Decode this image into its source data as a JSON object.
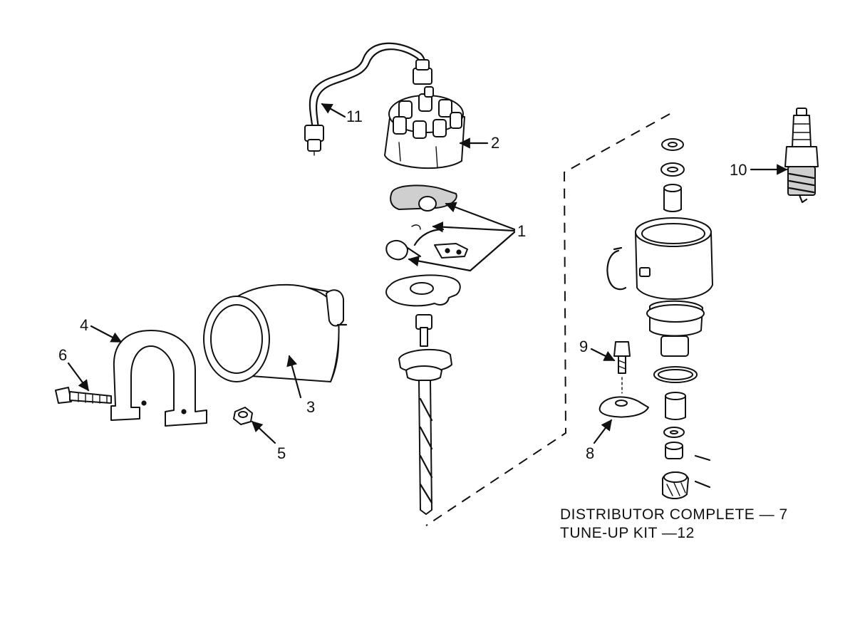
{
  "callouts": {
    "c1": "1",
    "c2": "2",
    "c3": "3",
    "c4": "4",
    "c5": "5",
    "c6": "6",
    "c8": "8",
    "c9": "9",
    "c10": "10",
    "c11": "11"
  },
  "captions": {
    "distributor_complete": "DISTRIBUTOR COMPLETE — 7",
    "tune_up_kit": "TUNE-UP KIT —12"
  },
  "colors": {
    "ink": "#111111",
    "background": "#ffffff"
  }
}
